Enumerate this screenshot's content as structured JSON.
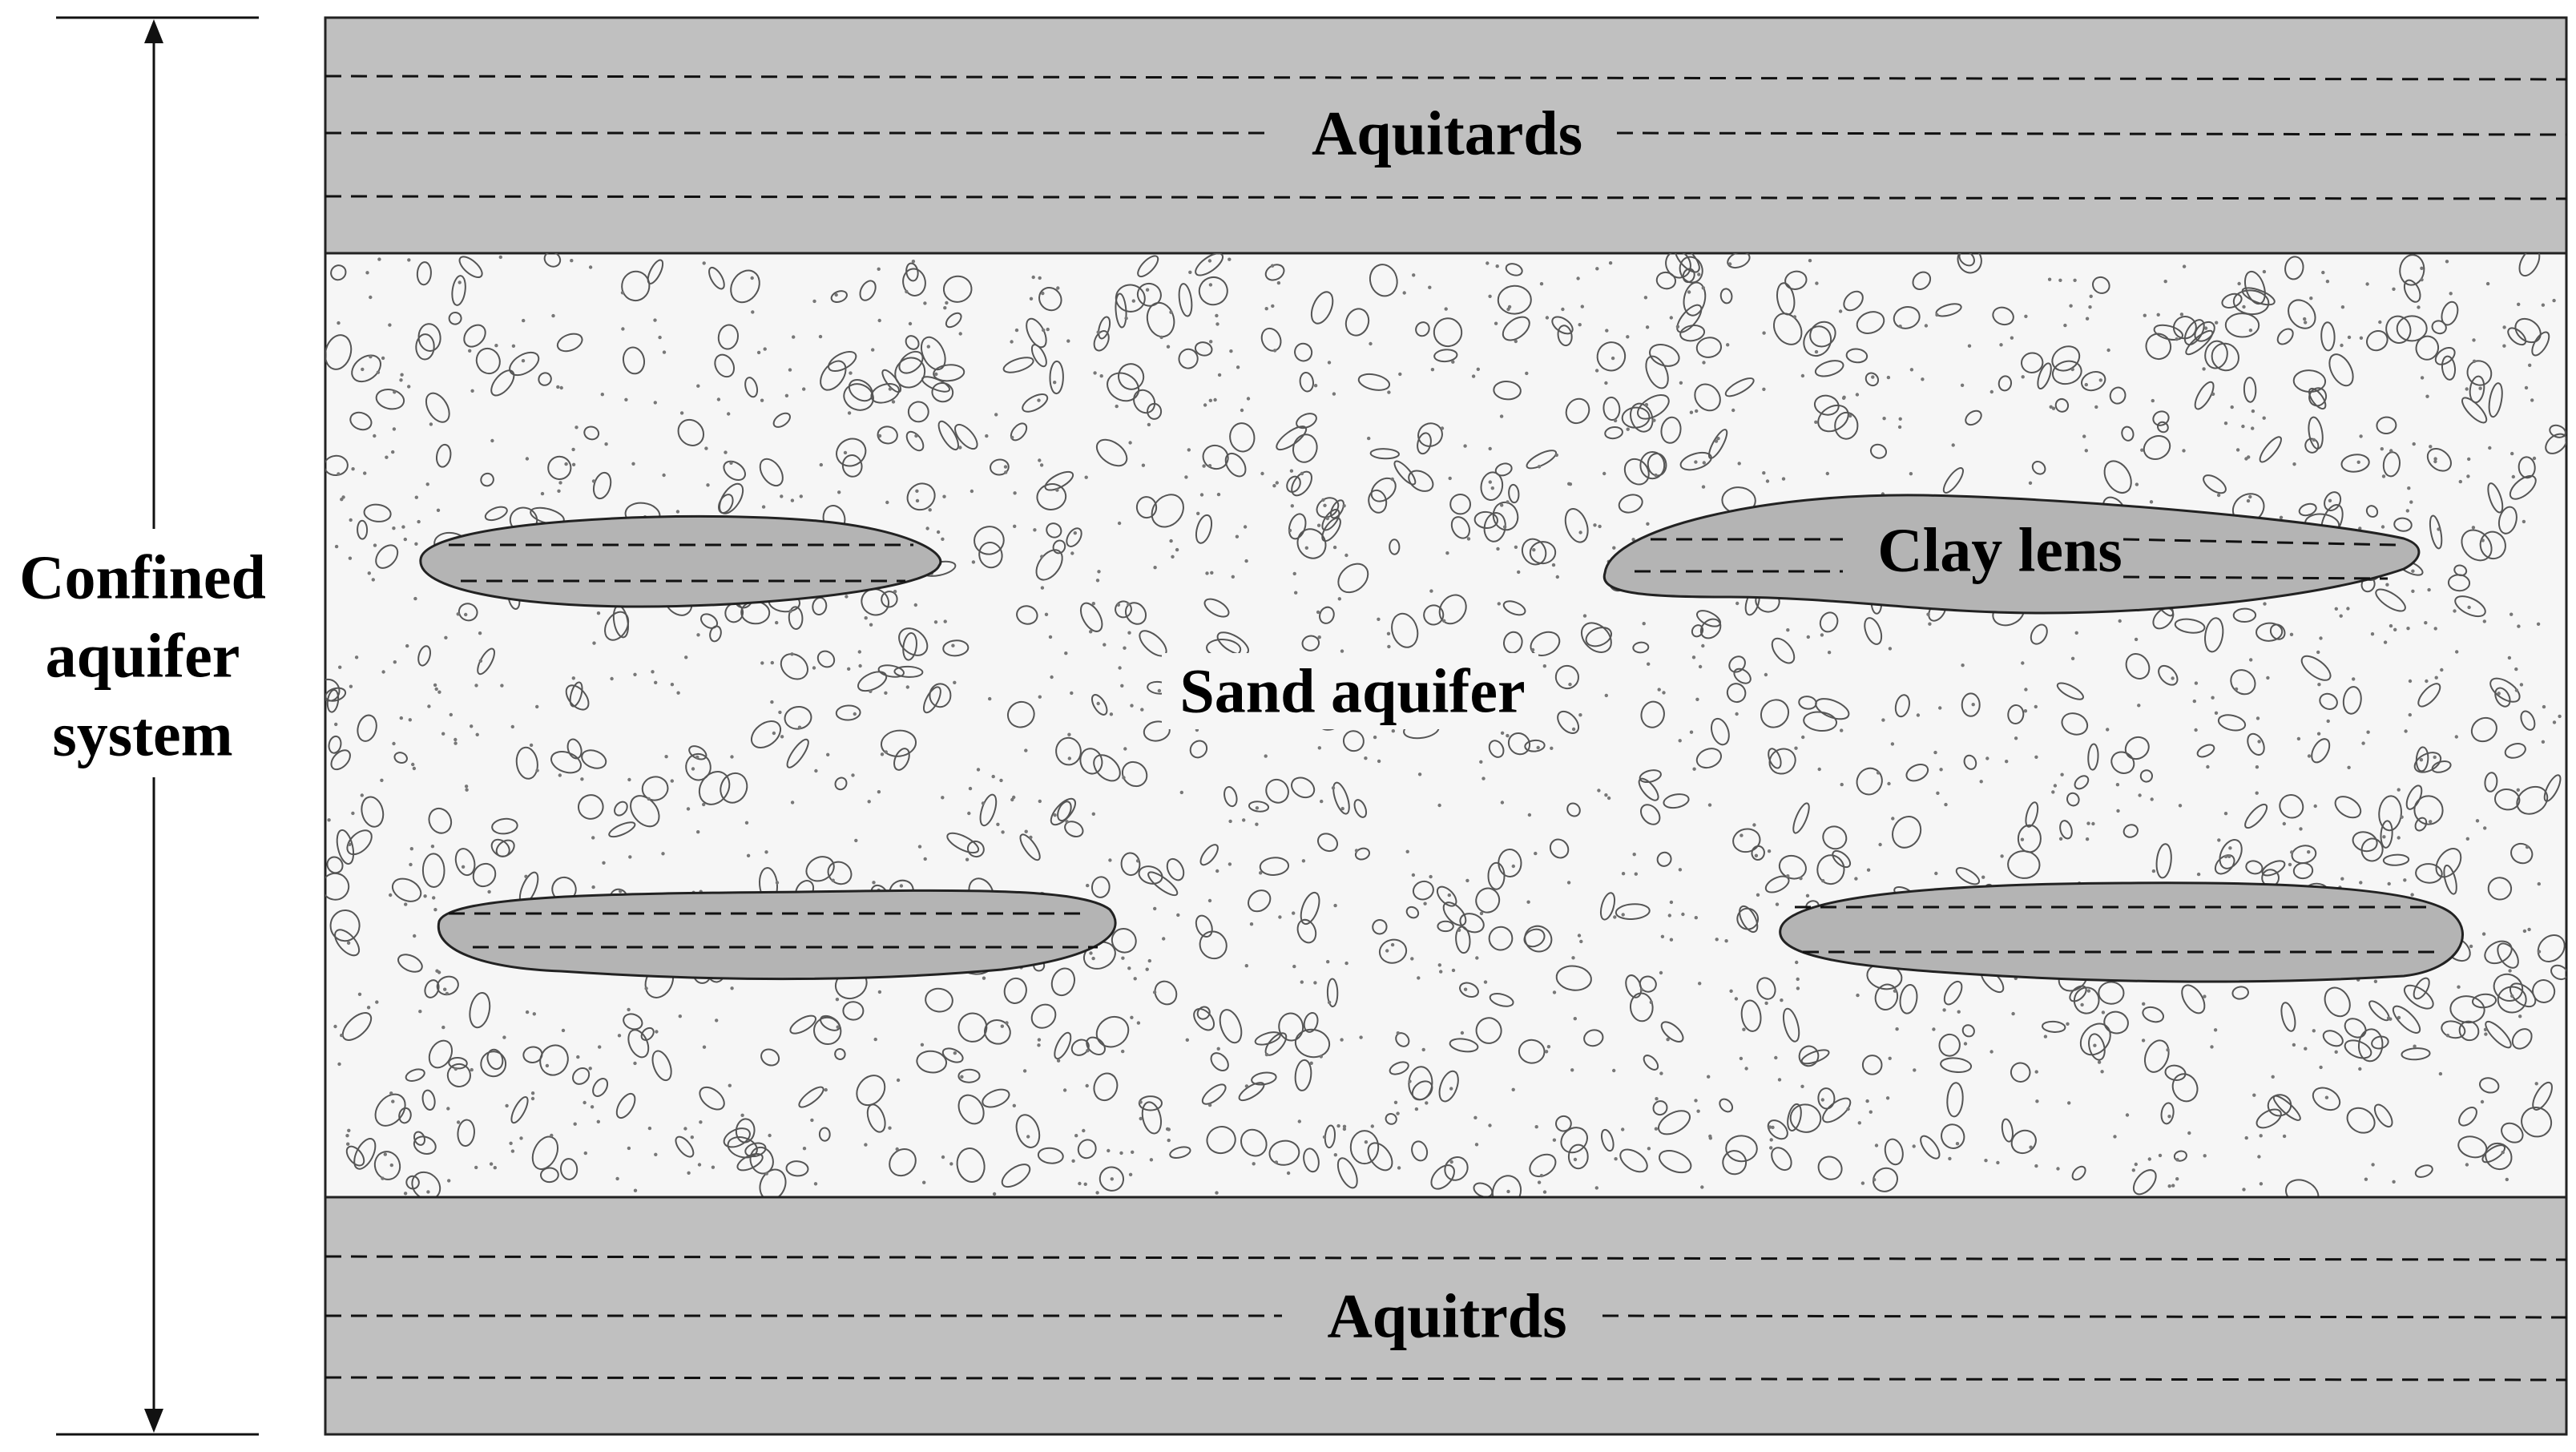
{
  "labels": {
    "system": [
      "Confined",
      "aquifer",
      "system"
    ],
    "top_layer": "Aquitards",
    "bottom_layer": "Aquitrds",
    "middle_layer": "Sand aquifer",
    "lens": "Clay lens"
  },
  "colors": {
    "aquitard_fill": "#c0c0c0",
    "sand_fill": "#f6f6f6",
    "lens_fill": "#b4b4b4",
    "outline": "#222222",
    "grain_outline": "#555555"
  }
}
